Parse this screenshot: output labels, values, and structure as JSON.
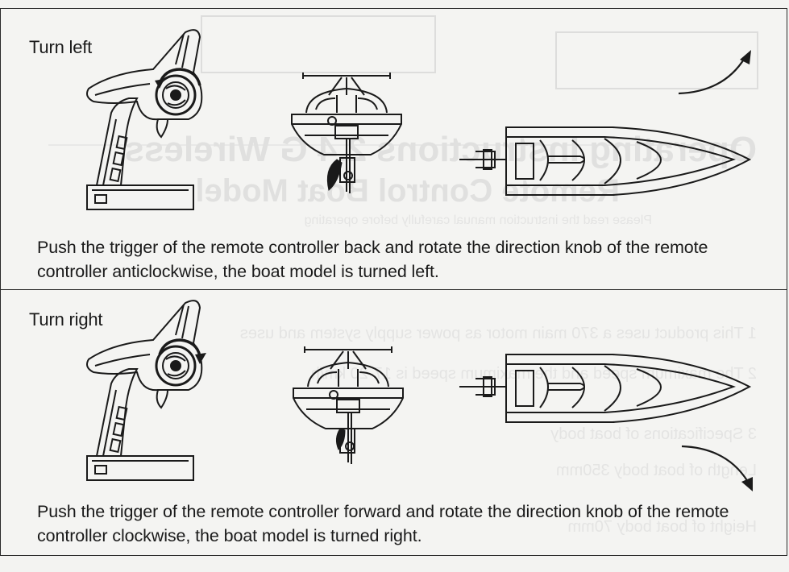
{
  "sections": [
    {
      "title": "Turn left",
      "description": "Push the trigger of the remote controller back and rotate the direction knob of the remote controller anticlockwise, the boat model is turned left.",
      "turn_direction": "left"
    },
    {
      "title": "Turn right",
      "description": "Push the trigger of the remote controller forward and rotate the direction knob of the remote controller clockwise, the boat model is turned right.",
      "turn_direction": "right"
    }
  ],
  "colors": {
    "ink": "#1a1a1a",
    "paper": "#f3f3f1",
    "bleed_through": "#c8c8c8"
  }
}
